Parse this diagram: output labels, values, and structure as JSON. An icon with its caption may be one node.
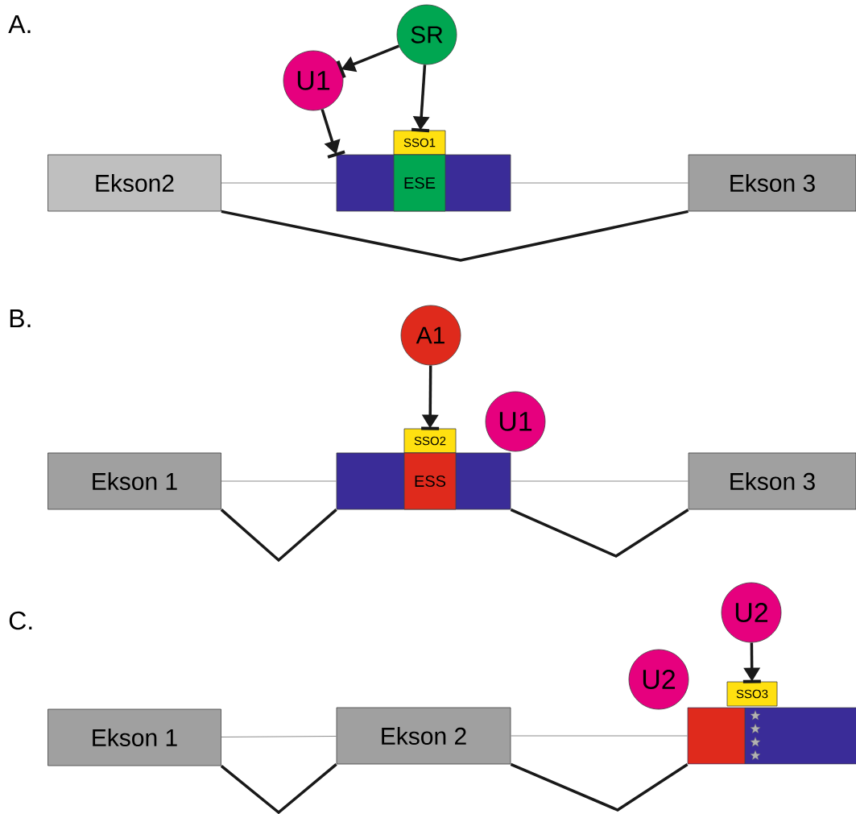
{
  "diagram": {
    "nodes": [
      {
        "text": [
          "SR"
        ]
      },
      {
        "text": [
          "U1"
        ]
      },
      {
        "text": [
          "SSO1"
        ]
      },
      {
        "text": [
          "Ekson2"
        ]
      },
      {
        "text": [],
        "shape": "box"
      },
      {
        "text": [
          "ESE"
        ],
        "in": 4
      },
      {
        "text": [
          "Ekson 3"
        ]
      },
      {
        "text": [
          "A1"
        ]
      },
      {
        "text": [
          "U1"
        ]
      },
      {
        "text": [
          "SSO2"
        ]
      },
      {
        "text": [
          "Ekson 1"
        ]
      },
      {
        "text": [],
        "shape": "box"
      },
      {
        "text": [
          "ESS"
        ],
        "in": 11
      },
      {
        "text": [
          "Ekson 3"
        ]
      },
      {
        "text": [
          "U2"
        ]
      },
      {
        "text": [
          "U2"
        ]
      },
      {
        "text": [
          "SSO3"
        ]
      },
      {
        "text": [
          "Ekson 1"
        ]
      },
      {
        "text": [
          "Ekson 2"
        ]
      },
      {
        "text": [],
        "shape": "box"
      }
    ],
    "edges": [
      {
        "from": 0,
        "to": 1,
        "arrow": "to"
      },
      {
        "from": 0,
        "to": 2,
        "arrow": "to"
      },
      {
        "from": 1,
        "to": 4,
        "arrow": "to"
      },
      {
        "from": 3,
        "to": 4,
        "arrow": "none",
        "color": "#8c8c8c"
      },
      {
        "from": 4,
        "to": 6,
        "arrow": "none",
        "color": "#8c8c8c"
      },
      {
        "from": 3,
        "to": 6,
        "arrow": "none"
      },
      {
        "from": 7,
        "to": 9,
        "arrow": "to"
      },
      {
        "from": 10,
        "to": 11,
        "arrow": "none",
        "color": "#8c8c8c"
      },
      {
        "from": 11,
        "to": 13,
        "arrow": "none",
        "color": "#8c8c8c"
      },
      {
        "from": 10,
        "to": 11,
        "arrow": "none"
      },
      {
        "from": 11,
        "to": 13,
        "arrow": "none"
      },
      {
        "from": 14,
        "to": 16,
        "arrow": "to"
      },
      {
        "from": 17,
        "to": 18,
        "arrow": "none",
        "color": "#8c8c8c"
      },
      {
        "from": 18,
        "to": 19,
        "arrow": "none",
        "color": "#8c8c8c"
      },
      {
        "from": 17,
        "to": 18,
        "arrow": "none"
      },
      {
        "from": 18,
        "to": 19,
        "arrow": "none"
      }
    ],
    "labels": [
      "A.",
      "B.",
      "C."
    ]
  }
}
